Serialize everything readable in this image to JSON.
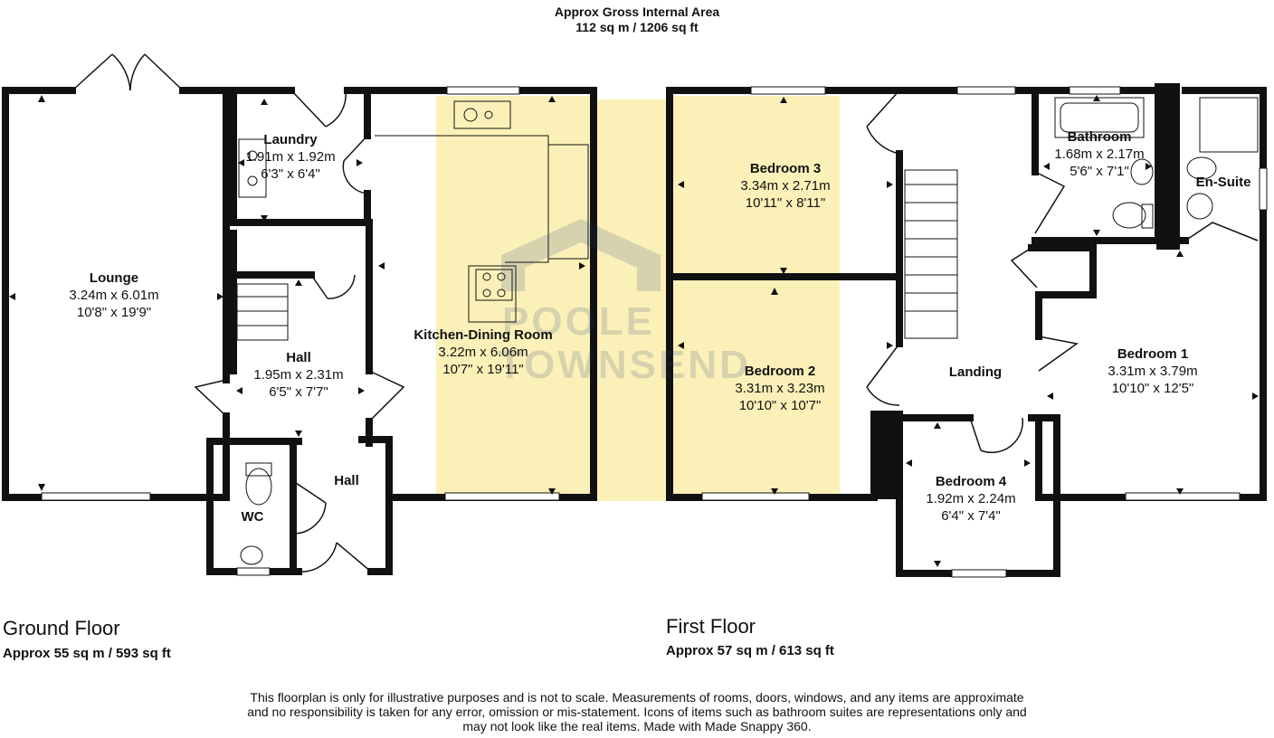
{
  "header": {
    "title": "Approx Gross Internal Area",
    "area": "112 sq m / 1206 sq ft"
  },
  "colors": {
    "wall": "#111111",
    "highlight": "#fbf1b8",
    "watermark": "#1f3a7a"
  },
  "watermark": {
    "line1": "POOLE",
    "line2": "TOWNSEND"
  },
  "ground_floor": {
    "label": "Ground Floor",
    "area": "Approx 55 sq m / 593 sq ft",
    "rooms": [
      {
        "name": "Lounge",
        "metric": "3.24m x 6.01m",
        "imperial": "10'8\" x 19'9\""
      },
      {
        "name": "Laundry",
        "metric": "1.91m x 1.92m",
        "imperial": "6'3\" x 6'4\""
      },
      {
        "name": "Hall",
        "metric": "1.95m x 2.31m",
        "imperial": "6'5\" x 7'7\""
      },
      {
        "name": "Kitchen-Dining Room",
        "metric": "3.22m x 6.06m",
        "imperial": "10'7\" x 19'11\""
      },
      {
        "name": "Hall",
        "metric": "",
        "imperial": ""
      },
      {
        "name": "WC",
        "metric": "",
        "imperial": ""
      }
    ]
  },
  "first_floor": {
    "label": "First Floor",
    "area": "Approx 57 sq m / 613 sq ft",
    "rooms": [
      {
        "name": "Bedroom 3",
        "metric": "3.34m x 2.71m",
        "imperial": "10'11\" x 8'11\""
      },
      {
        "name": "Bedroom 2",
        "metric": "3.31m x 3.23m",
        "imperial": "10'10\" x 10'7\""
      },
      {
        "name": "Landing",
        "metric": "",
        "imperial": ""
      },
      {
        "name": "Bathroom",
        "metric": "1.68m x 2.17m",
        "imperial": "5'6\" x 7'1\""
      },
      {
        "name": "En-Suite",
        "metric": "",
        "imperial": ""
      },
      {
        "name": "Bedroom 1",
        "metric": "3.31m x 3.79m",
        "imperial": "10'10\" x 12'5\""
      },
      {
        "name": "Bedroom 4",
        "metric": "1.92m x 2.24m",
        "imperial": "6'4\" x 7'4\""
      }
    ]
  },
  "disclaimer": {
    "line1": "This floorplan is only for illustrative purposes and is not to scale. Measurements of rooms, doors, windows, and any items are approximate",
    "line2": "and no responsibility is taken for any error, omission or mis-statement. Icons of items such as bathroom suites are representations only and",
    "line3": "may not look like the real items. Made with Made Snappy 360."
  }
}
